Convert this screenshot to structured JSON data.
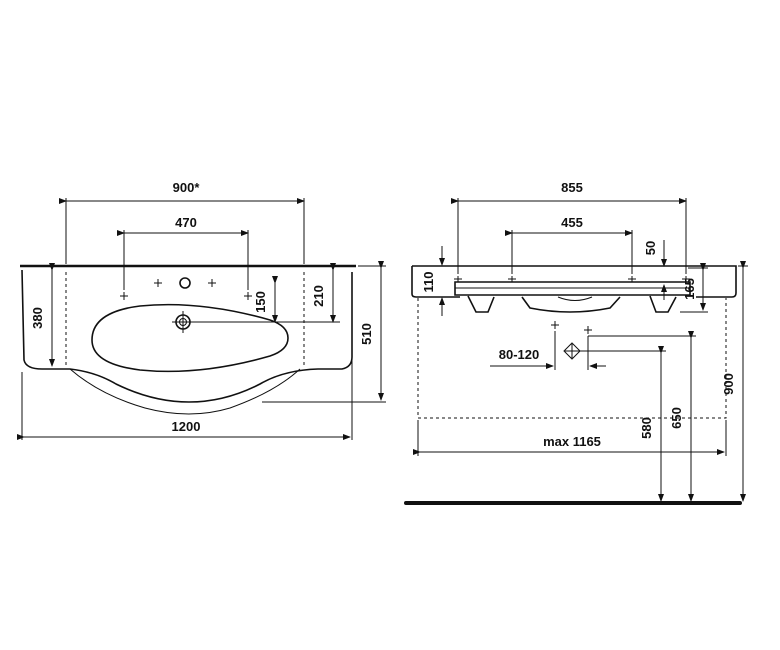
{
  "front_view": {
    "width_top": "900*",
    "tap_spacing": "470",
    "depth_left": "380",
    "drain_drop": "150",
    "hole_drop": "210",
    "total_depth": "510",
    "total_width": "1200"
  },
  "side_view": {
    "width_top": "855",
    "bracket_spacing": "455",
    "rim_height": "110",
    "offset_50": "50",
    "bowl_depth": "165",
    "trap_range": "80-120",
    "max_width": "max 1165",
    "height_580": "580",
    "height_650": "650",
    "height_900": "900"
  }
}
